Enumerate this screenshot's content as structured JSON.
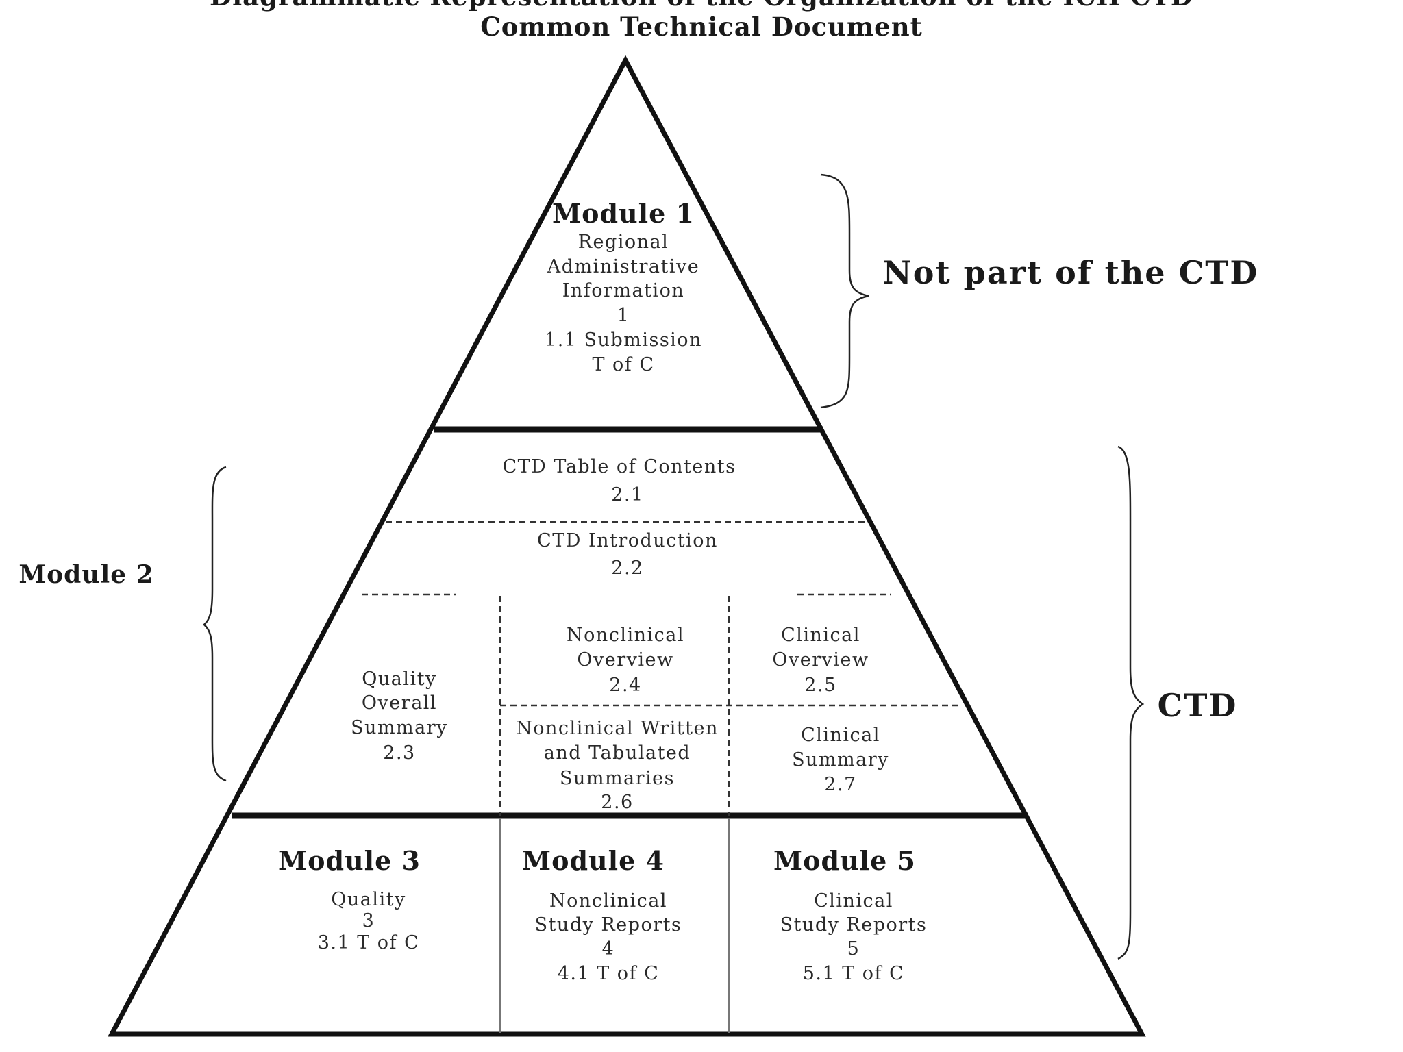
{
  "title": {
    "line1": "Diagrammatic Representation of the Organization of the ICH CTD",
    "line2": "Common Technical Document"
  },
  "module1": {
    "title": "Module 1",
    "lines": [
      "Regional",
      "Administrative",
      "Information",
      "1",
      "1.1 Submission",
      "T of C"
    ]
  },
  "module2": {
    "toc": {
      "label": "CTD Table of Contents",
      "number": "2.1"
    },
    "intro": {
      "label": "CTD Introduction",
      "number": "2.2"
    },
    "quality_summary": {
      "lines": [
        "Quality",
        "Overall",
        "Summary",
        "2.3"
      ]
    },
    "nonclinical_overview": {
      "lines": [
        "Nonclinical",
        "Overview",
        "2.4"
      ]
    },
    "clinical_overview": {
      "lines": [
        "Clinical",
        "Overview",
        "2.5"
      ]
    },
    "nonclinical_summaries": {
      "lines": [
        "Nonclinical Written",
        "and Tabulated",
        "Summaries",
        "2.6"
      ]
    },
    "clinical_summary": {
      "lines": [
        "Clinical",
        "Summary",
        "2.7"
      ]
    }
  },
  "module3": {
    "title": "Module 3",
    "lines": [
      "Quality",
      "3",
      "3.1 T of C"
    ]
  },
  "module4": {
    "title": "Module 4",
    "lines": [
      "Nonclinical",
      "Study Reports",
      "4",
      "4.1 T of C"
    ]
  },
  "module5": {
    "title": "Module 5",
    "lines": [
      "Clinical",
      "Study Reports",
      "5",
      "5.1 T of C"
    ]
  },
  "side_labels": {
    "not_part": "Not part of the CTD",
    "ctd": "CTD",
    "module2": "Module 2"
  }
}
